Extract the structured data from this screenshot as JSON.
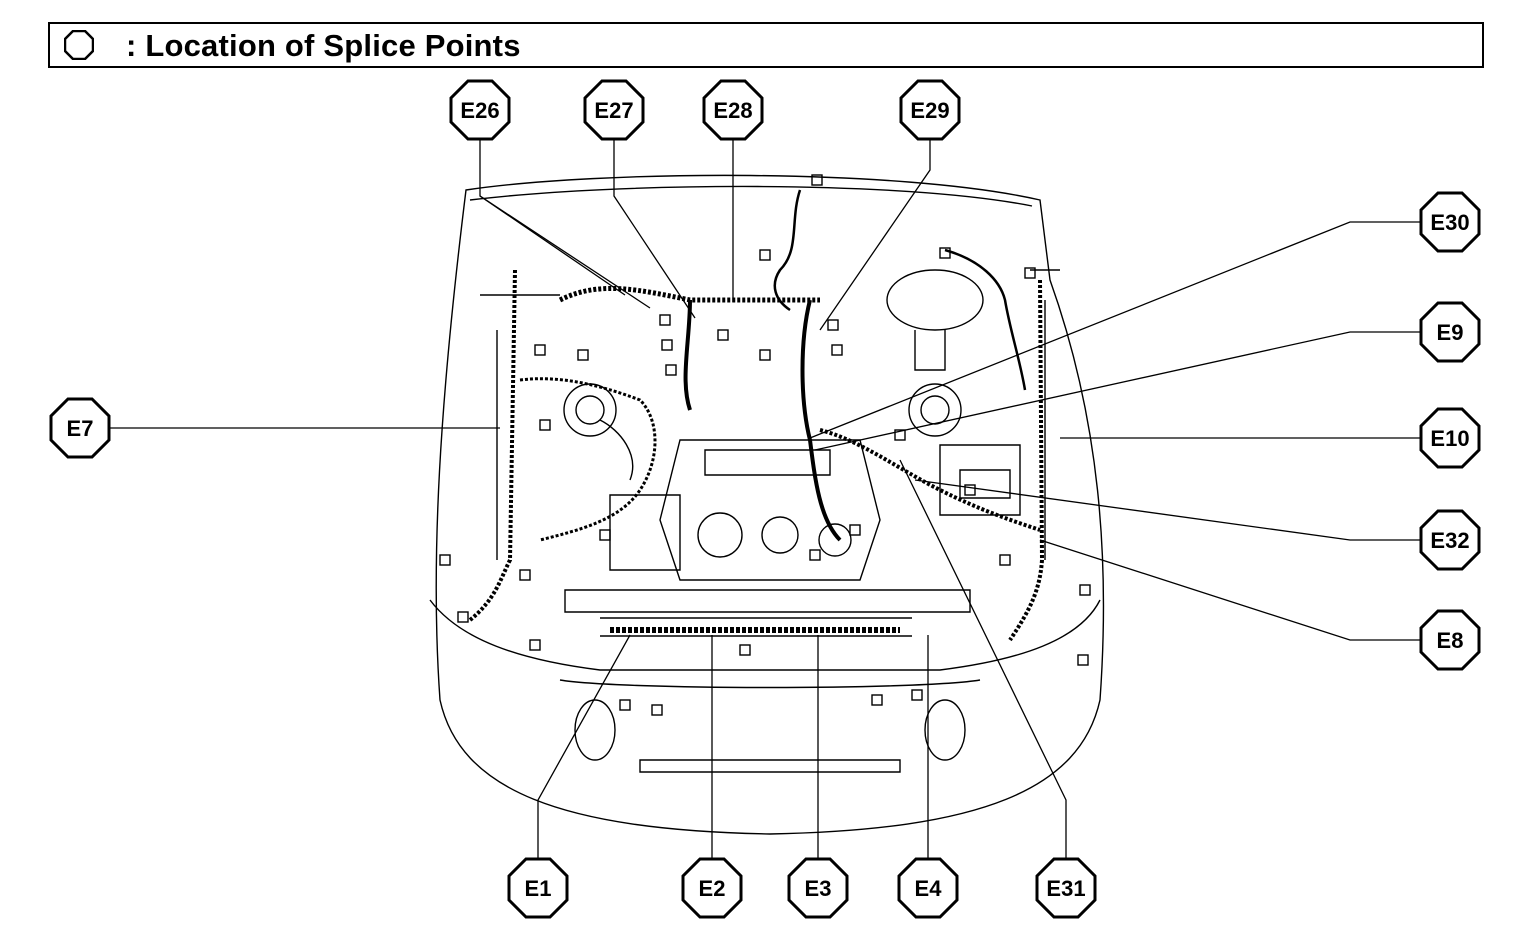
{
  "header": {
    "colon_title": ": Location of Splice Points",
    "icon": "octagon-outline-icon"
  },
  "splice_points": [
    {
      "id": "E26",
      "label": "E26"
    },
    {
      "id": "E27",
      "label": "E27"
    },
    {
      "id": "E28",
      "label": "E28"
    },
    {
      "id": "E29",
      "label": "E29"
    },
    {
      "id": "E30",
      "label": "E30"
    },
    {
      "id": "E9",
      "label": "E9"
    },
    {
      "id": "E10",
      "label": "E10"
    },
    {
      "id": "E32",
      "label": "E32"
    },
    {
      "id": "E8",
      "label": "E8"
    },
    {
      "id": "E7",
      "label": "E7"
    },
    {
      "id": "E1",
      "label": "E1"
    },
    {
      "id": "E2",
      "label": "E2"
    },
    {
      "id": "E3",
      "label": "E3"
    },
    {
      "id": "E4",
      "label": "E4"
    },
    {
      "id": "E31",
      "label": "E31"
    }
  ],
  "colors": {
    "ink": "#000000",
    "paper": "#ffffff"
  }
}
